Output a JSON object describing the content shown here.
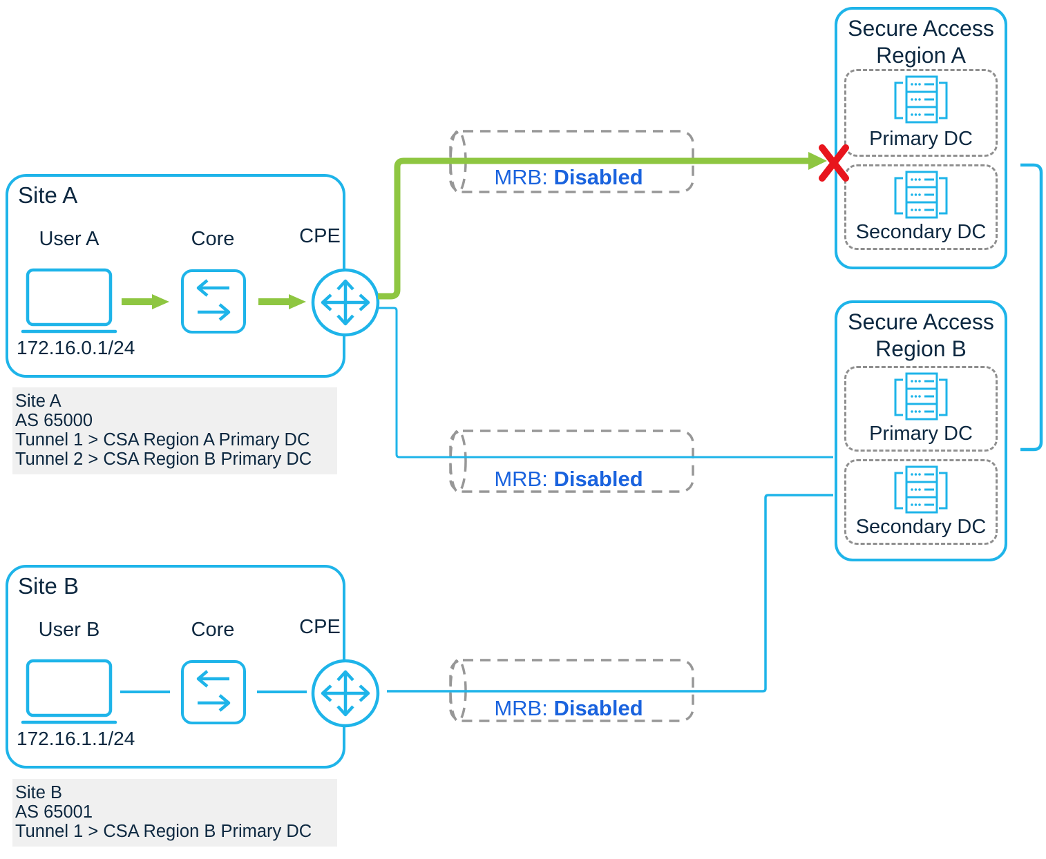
{
  "sites": {
    "a": {
      "title": "Site A",
      "user_label": "User A",
      "core_label": "Core",
      "cpe_label": "CPE",
      "ip": "172.16.0.1/24",
      "info_lines": [
        "Site A",
        "AS 65000",
        "Tunnel 1 > CSA Region A Primary DC",
        "Tunnel 2 > CSA Region B Primary DC"
      ]
    },
    "b": {
      "title": "Site B",
      "user_label": "User B",
      "core_label": "Core",
      "cpe_label": "CPE",
      "ip": "172.16.1.1/24",
      "info_lines": [
        "Site B",
        "AS 65001",
        "Tunnel 1 > CSA Region B Primary DC"
      ]
    }
  },
  "regions": {
    "a": {
      "title_line1": "Secure Access",
      "title_line2": "Region A",
      "primary": "Primary DC",
      "secondary": "Secondary DC"
    },
    "b": {
      "title_line1": "Secure Access",
      "title_line2": "Region B",
      "primary": "Primary DC",
      "secondary": "Secondary DC"
    }
  },
  "tunnels": {
    "label": "MRB:",
    "status": "Disabled"
  },
  "colors": {
    "cyan": "#1eb4e9",
    "navy": "#0d2840",
    "green": "#8ec641",
    "link_blue": "#1a63de",
    "dash_gray": "#979797",
    "fail_red": "#e8151d",
    "info_bg": "#f0f0f0"
  }
}
